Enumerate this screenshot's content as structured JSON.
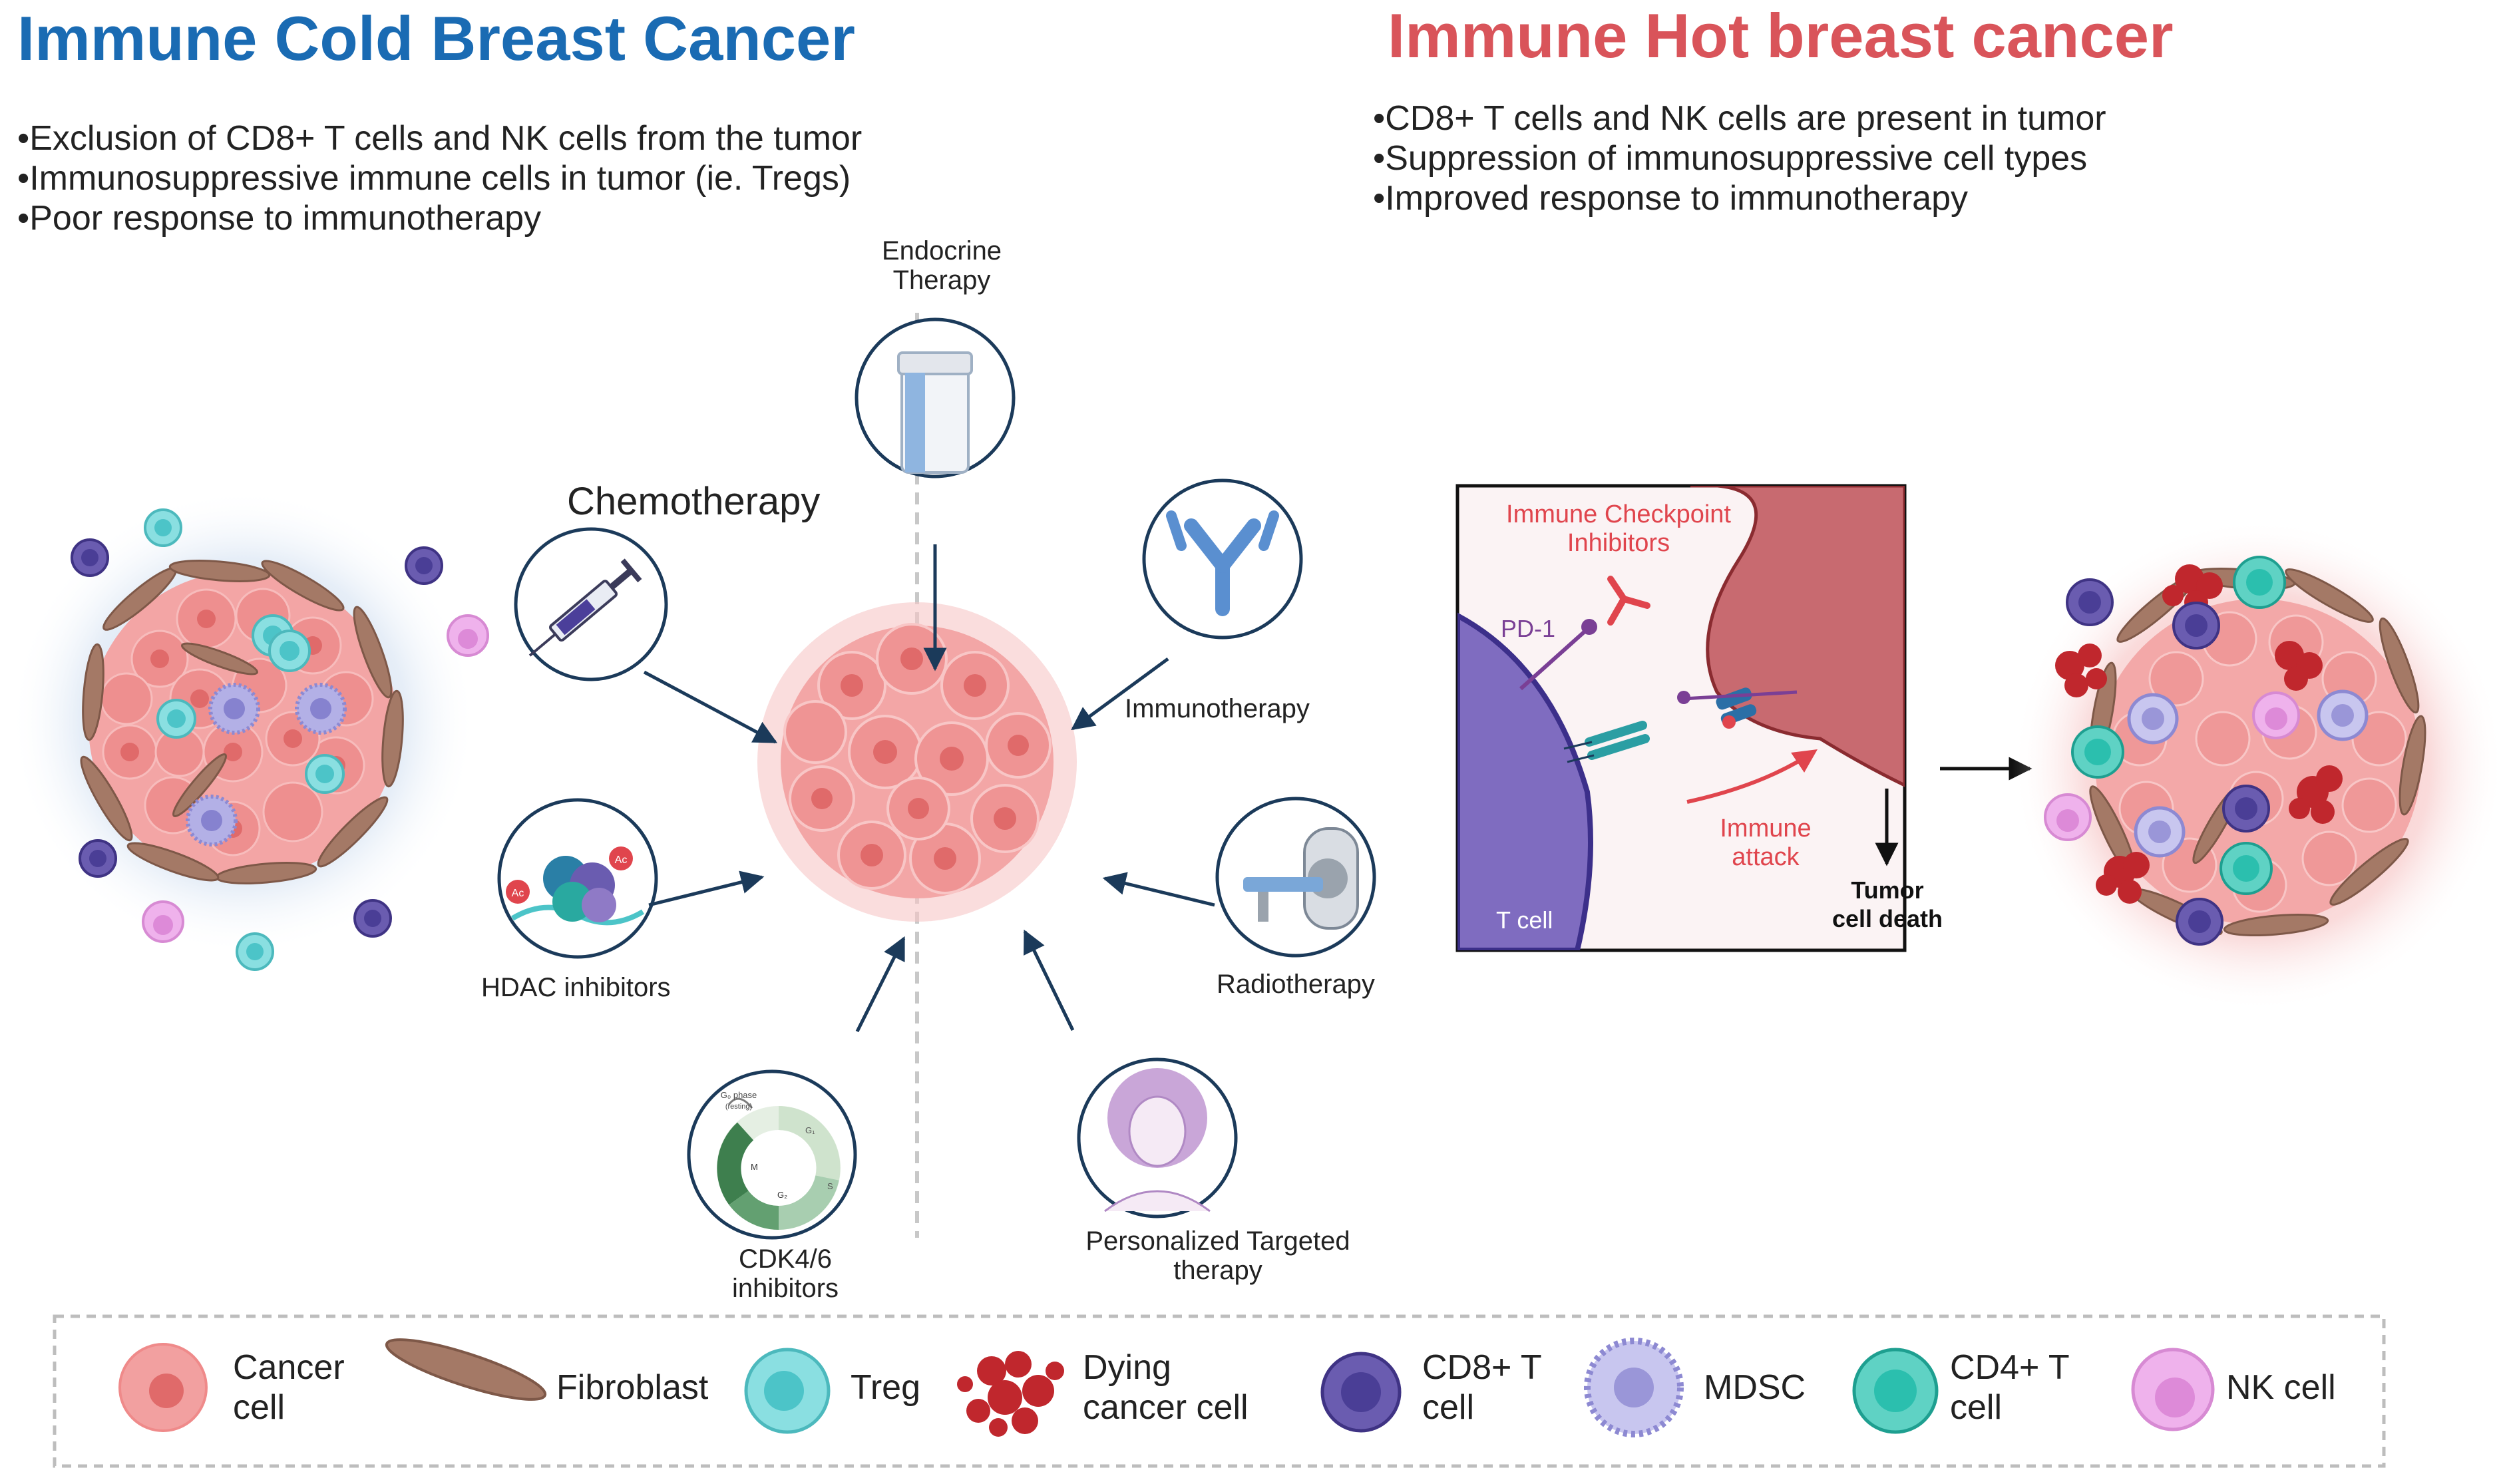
{
  "cold": {
    "title": "Immune Cold Breast Cancer",
    "bullets": [
      "Exclusion of CD8+ T cells and NK cells from the tumor",
      "Immunosuppressive immune cells in tumor (ie. Tregs)",
      "Poor response to immunotherapy"
    ]
  },
  "hot": {
    "title": "Immune Hot  breast cancer",
    "bullets": [
      "CD8+ T cells and NK cells are present in tumor",
      "Suppression of immunosuppressive cell types",
      "Improved response to immunotherapy"
    ]
  },
  "therapies": {
    "endocrine": [
      "Endocrine",
      "Therapy"
    ],
    "chemotherapy": "Chemotherapy",
    "immunotherapy": "Immunotherapy",
    "hdac": "HDAC inhibitors",
    "radiotherapy": "Radiotherapy",
    "cdk": [
      "CDK4/6",
      "inhibitors"
    ],
    "personalized": [
      "Personalized Targeted",
      "therapy"
    ]
  },
  "cell_cycle": {
    "g0": "G₀ phase",
    "g0_sub": "(resting)",
    "phases": [
      "G₁",
      "S",
      "G₂",
      "M"
    ]
  },
  "hdac_marks": [
    "Ac",
    "Ac"
  ],
  "checkpoint": {
    "title": [
      "Immune Checkpoint",
      "Inhibitors"
    ],
    "pd1": "PD-1",
    "attack": [
      "Immune",
      "attack"
    ],
    "death": [
      "Tumor",
      "cell death"
    ],
    "tcell": "T cell"
  },
  "legend": {
    "items": [
      {
        "label": [
          "Cancer",
          "cell"
        ]
      },
      {
        "label": [
          "Fibroblast"
        ]
      },
      {
        "label": [
          "Treg"
        ]
      },
      {
        "label": [
          "Dying",
          "cancer cell"
        ]
      },
      {
        "label": [
          "CD8+ T",
          "cell"
        ]
      },
      {
        "label": [
          "MDSC"
        ]
      },
      {
        "label": [
          "CD4+ T",
          "cell"
        ]
      },
      {
        "label": [
          "NK cell"
        ]
      }
    ]
  },
  "colors": {
    "cold_title": "#1a6bb3",
    "hot_title": "#d9545a",
    "cancer": "#f08a8a",
    "treg": "#6fd3d6",
    "cd8": "#5b4aa0",
    "cd4": "#2bbfae",
    "mdsc": "#a9a9e0",
    "nk": "#e39be0",
    "fibroblast": "#a47966",
    "dying": "#c0272d",
    "icon_ring": "#1b3a5a"
  }
}
